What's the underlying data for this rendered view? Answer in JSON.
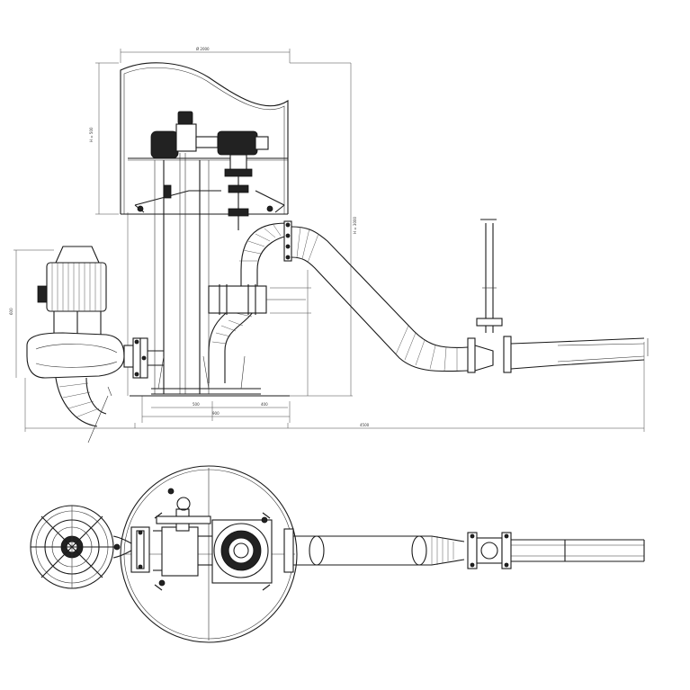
{
  "drawing": {
    "views": [
      "elevation",
      "plan"
    ],
    "dimension_labels": {
      "top_width": "Ø 2000",
      "height_left": "H = 500",
      "height_right": "H = 3000",
      "pump_height": "600",
      "span_a": "500",
      "span_b": "400",
      "span_c": "900",
      "overall": "4500"
    }
  }
}
